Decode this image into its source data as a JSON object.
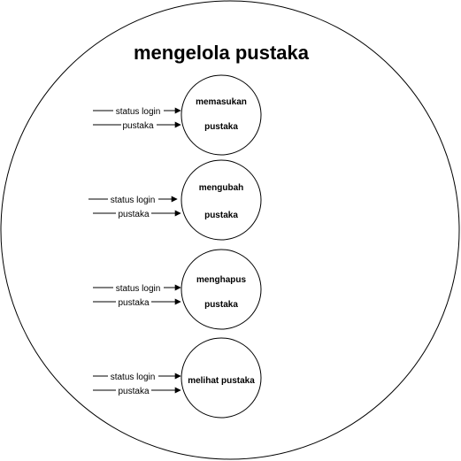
{
  "diagram": {
    "title": "mengelola pustaka",
    "processes": [
      {
        "line1": "memasukan",
        "line2": "pustaka",
        "flows": [
          "status login",
          "pustaka"
        ]
      },
      {
        "line1": "mengubah",
        "line2": "pustaka",
        "flows": [
          "status login",
          "pustaka"
        ]
      },
      {
        "line1": "menghapus",
        "line2": "pustaka",
        "flows": [
          "status login",
          "pustaka"
        ]
      },
      {
        "line1": "melihat pustaka",
        "line2": "",
        "flows": [
          "status login",
          "pustaka"
        ]
      }
    ]
  }
}
